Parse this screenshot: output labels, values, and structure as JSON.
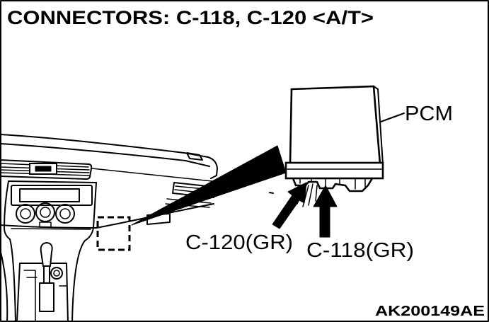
{
  "title": "CONNECTORS: C-118, C-120 <A/T>",
  "callouts": {
    "pcm": "PCM",
    "c120": "C-120(GR)",
    "c118": "C-118(GR)"
  },
  "figure_code": "AK200149AE",
  "colors": {
    "ink": "#000000",
    "paper": "#ffffff"
  }
}
